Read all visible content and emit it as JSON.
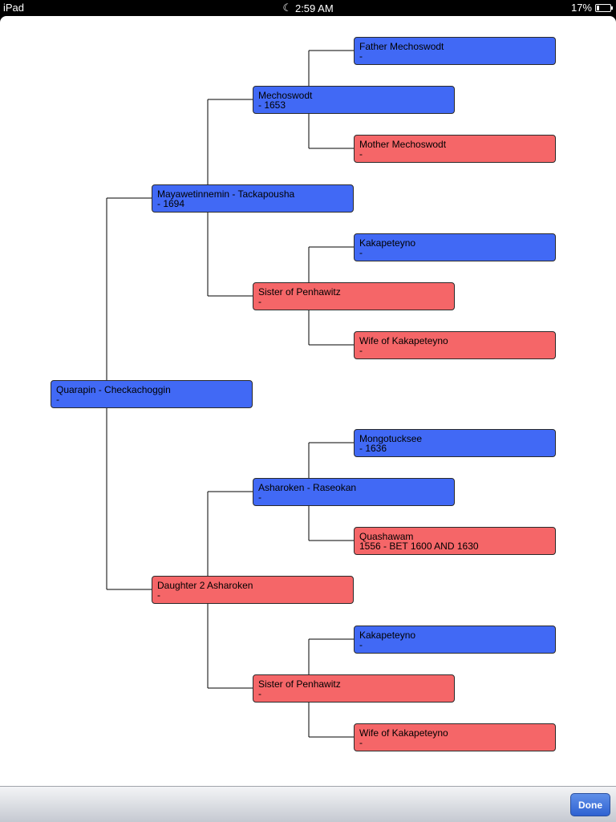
{
  "status_bar": {
    "carrier": "iPad",
    "time": "2:59 AM",
    "battery_percent": "17%",
    "battery_level": 0.17
  },
  "colors": {
    "male": "#4169f5",
    "female": "#f56668",
    "line": "#000000"
  },
  "tree": {
    "root": {
      "name": "Quarapin - Checkachoggin",
      "dates": " -",
      "gender": "male"
    },
    "father": {
      "name": "Mayawetinnemin - Tackapousha",
      "dates": " - 1694",
      "gender": "male"
    },
    "mother": {
      "name": "Daughter 2 Asharoken",
      "dates": " -",
      "gender": "female"
    },
    "ff": {
      "name": "Mechoswodt",
      "dates": " - 1653",
      "gender": "male"
    },
    "fm": {
      "name": "Sister of Penhawitz",
      "dates": " -",
      "gender": "female"
    },
    "mf": {
      "name": "Asharoken - Raseokan",
      "dates": " -",
      "gender": "male"
    },
    "mm": {
      "name": "Sister of Penhawitz",
      "dates": " -",
      "gender": "female"
    },
    "fff": {
      "name": "Father Mechoswodt",
      "dates": "-",
      "gender": "male"
    },
    "ffm": {
      "name": "Mother Mechoswodt",
      "dates": "-",
      "gender": "female"
    },
    "fmf": {
      "name": " Kakapeteyno",
      "dates": "-",
      "gender": "male"
    },
    "fmm": {
      "name": "Wife of Kakapeteyno",
      "dates": "-",
      "gender": "female"
    },
    "mff": {
      "name": " Mongotucksee",
      "dates": " - 1636",
      "gender": "male"
    },
    "mfm": {
      "name": " Quashawam",
      "dates": "1556 - BET 1600 AND 1630",
      "gender": "female"
    },
    "mmf": {
      "name": " Kakapeteyno",
      "dates": "-",
      "gender": "male"
    },
    "mmm": {
      "name": "Wife of Kakapeteyno",
      "dates": "-",
      "gender": "female"
    }
  },
  "toolbar": {
    "done_label": "Done"
  }
}
